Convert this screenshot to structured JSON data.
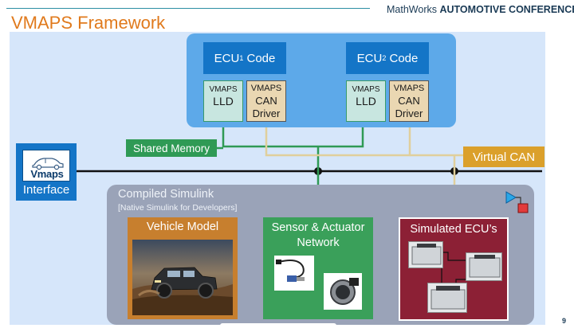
{
  "header": {
    "brand": "MathWorks",
    "conference": "AUTOMOTIVE CONFERENCE"
  },
  "slide": {
    "title": "VMAPS Framework",
    "page_number": "9"
  },
  "ecus": [
    {
      "code_prefix": "ECU",
      "code_sub": "1",
      "code_suffix": " Code",
      "lld_top": "VMAPS",
      "lld_bottom": "LLD",
      "can_top": "VMAPS",
      "can_mid": "CAN",
      "can_bottom": "Driver"
    },
    {
      "code_prefix": "ECU",
      "code_sub": "2",
      "code_suffix": " Code",
      "lld_top": "VMAPS",
      "lld_bottom": "LLD",
      "can_top": "VMAPS",
      "can_mid": "CAN",
      "can_bottom": "Driver"
    }
  ],
  "labels": {
    "shared_memory": "Shared Memory",
    "virtual_can": "Virtual CAN",
    "interface": "Interface",
    "interface_logo": "Vmaps",
    "compiled_simulink": "Compiled Simulink",
    "native_simulink": "[Native Simulink for Developers]",
    "vehicle_model": "Vehicle Model",
    "sensor_network_line1": "Sensor & Actuator",
    "sensor_network_line2": "Network",
    "simulated_ecus": "Simulated ECU’s"
  },
  "colors": {
    "title_orange": "#e07a1d",
    "ecu_blue": "#1475c7",
    "top_panel_blue": "#5da9e9",
    "shared_memory_green": "#2f9a55",
    "virtual_can_gold": "#dba02b",
    "sim_panel_gray": "#9aa3b8",
    "vehicle_model_orange": "#c77f2e",
    "sensor_green": "#3aa05a",
    "simulated_ecu_red": "#8c2035",
    "bus_black": "#111111",
    "link_cyan": "#22a6e0"
  }
}
